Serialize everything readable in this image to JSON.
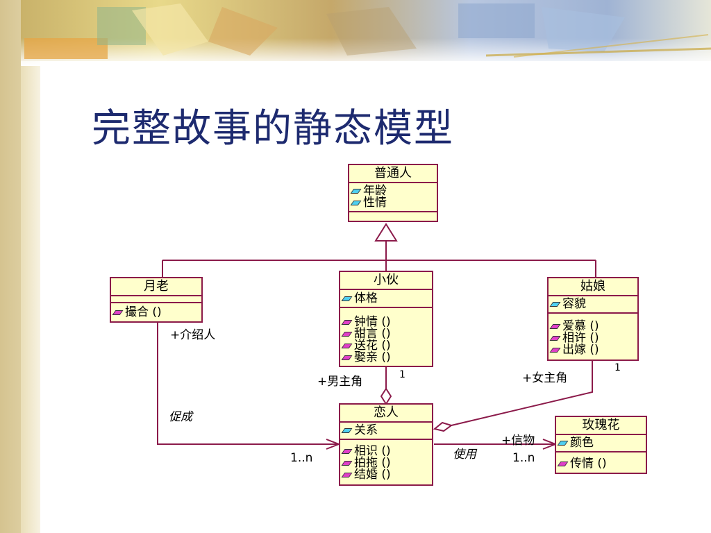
{
  "slide": {
    "title": "完整故事的静态模型"
  },
  "classes": {
    "ordinary_person": {
      "name": "普通人",
      "attributes": [
        "年龄",
        "性情"
      ],
      "operations": []
    },
    "matchmaker": {
      "name": "月老",
      "attributes": [],
      "operations": [
        "撮合 ()"
      ]
    },
    "young_man": {
      "name": "小伙",
      "attributes": [
        "体格"
      ],
      "operations": [
        "钟情 ()",
        "甜言 ()",
        "送花 ()",
        "娶亲 ()"
      ]
    },
    "girl": {
      "name": "姑娘",
      "attributes": [
        "容貌"
      ],
      "operations": [
        "爱慕 ()",
        "相许 ()",
        "出嫁 ()"
      ]
    },
    "lovers": {
      "name": "恋人",
      "attributes": [
        "关系"
      ],
      "operations": [
        "相识 ()",
        "拍拖 ()",
        "结婚 ()"
      ]
    },
    "rose": {
      "name": "玫瑰花",
      "attributes": [
        "颜色"
      ],
      "operations": [
        "传情 ()"
      ]
    }
  },
  "associations": {
    "introducer_role": "+介绍人",
    "promote_label": "促成",
    "promote_multiplicity": "1..n",
    "male_lead_role": "+男主角",
    "male_lead_multiplicity": "1",
    "female_lead_role": "+女主角",
    "female_lead_multiplicity": "1",
    "token_role": "+信物",
    "use_label": "使用",
    "token_multiplicity": "1..n"
  },
  "colors": {
    "title_text": "#1d2a6f",
    "class_fill": "#ffffcc",
    "class_border": "#8b1a4a",
    "line": "#8b1a4a",
    "attribute_icon": "#4fd0f0",
    "operation_icon": "#e040c8"
  }
}
